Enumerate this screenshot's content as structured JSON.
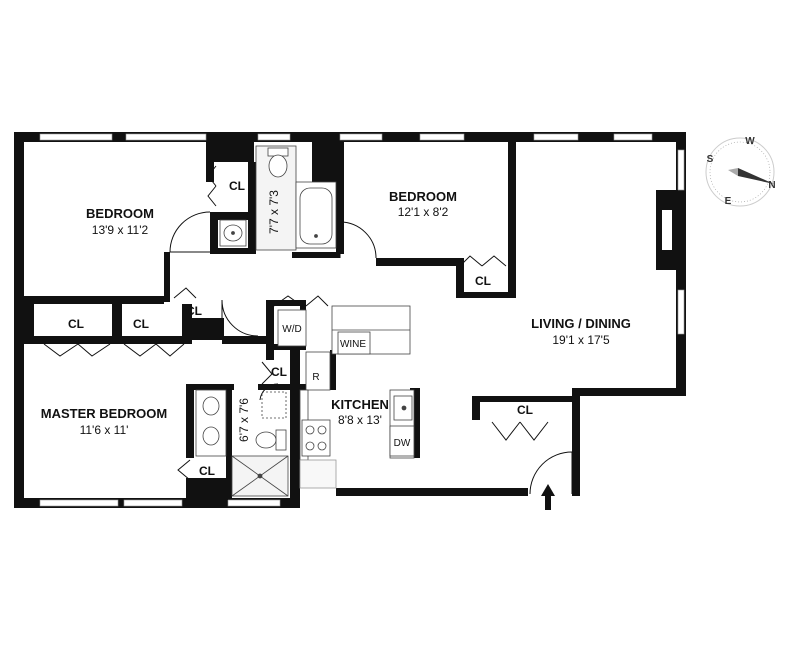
{
  "rooms": {
    "bedroom_left": {
      "title": "BEDROOM",
      "dims": "13'9 x 11'2"
    },
    "bedroom_mid": {
      "title": "BEDROOM",
      "dims": "12'1 x 8'2"
    },
    "living": {
      "title": "LIVING / DINING",
      "dims": "19'1 x 17'5"
    },
    "master": {
      "title": "MASTER BEDROOM",
      "dims": "11'6 x 11'"
    },
    "kitchen": {
      "title": "KITCHEN",
      "dims": "8'8 x 13'"
    },
    "bath_top": {
      "dims": "7'7 x 7'3"
    },
    "bath_master": {
      "dims": "6'7 x 7'6"
    }
  },
  "labels": {
    "closet": "CL",
    "washer_dryer": "W/D",
    "wine": "WINE",
    "refrigerator": "R",
    "dishwasher": "DW"
  },
  "compass": {
    "s": "S",
    "w": "W",
    "e": "E",
    "n": "N"
  },
  "colors": {
    "wall": "#111111",
    "window": "#ffffff",
    "fixture": "#444444"
  }
}
